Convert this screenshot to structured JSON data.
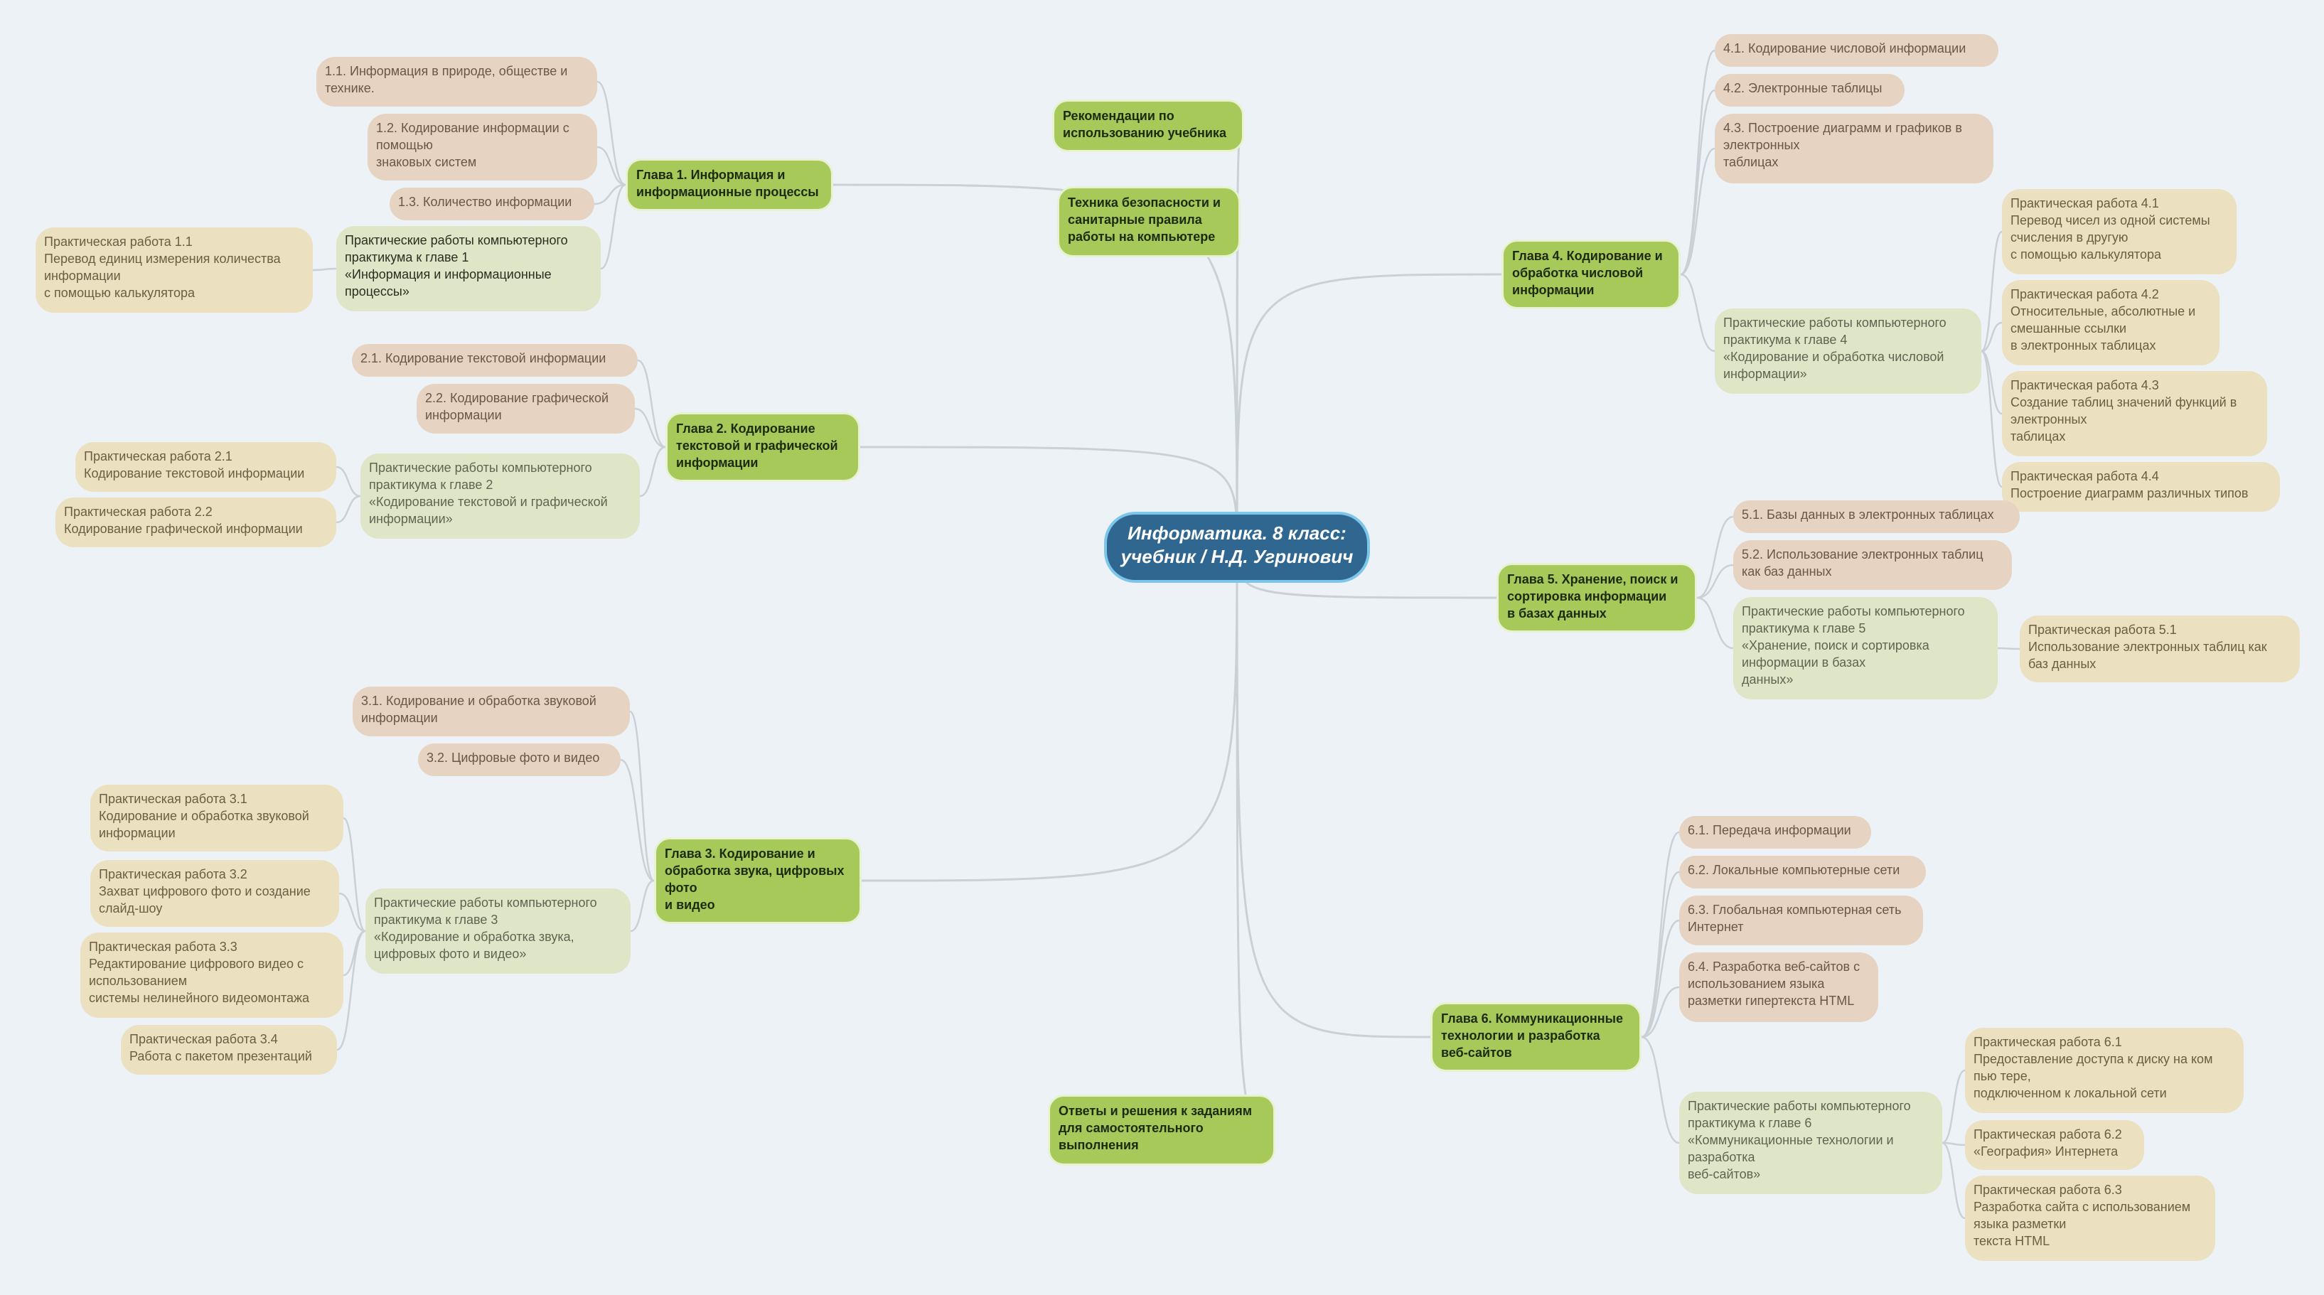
{
  "colors": {
    "background": "#edf2f6",
    "center": "#2f6790",
    "center_border": "#7cc6ea",
    "main": "#a6c95a",
    "topic": "#e7d3c2",
    "practicum": "#dfe6c8",
    "work": "#ebe0c0",
    "link": "#c9d1d6"
  },
  "center": "Информатика. 8 класс:\nучебник / Н.Д. Угринович",
  "rec": "Рекомендации по\nиспользованию учебника",
  "safety": "Техника безопасности и\nсанитарные правила\nработы на компьютере",
  "answers": "Ответы и решения к заданиям\nдля самостоятельного\nвыполнения",
  "ch1": {
    "title": "Глава 1. Информация и\nинформационные процессы",
    "t1": "1.1. Информация в природе, обществе и\nтехнике.",
    "t2": "1.2. Кодирование информации с\nпомощью\nзнаковых систем",
    "t3": "1.3. Количество информации",
    "prac": "Практические работы компьютерного\nпрактикума к главе 1\n«Информация и информационные\nпроцессы»",
    "w1": "Практическая работа 1.1\nПеревод единиц измерения количества\nинформации\nс помощью калькулятора"
  },
  "ch2": {
    "title": "Глава 2. Кодирование\nтекстовой и графической\nинформации",
    "t1": "2.1. Кодирование текстовой информации",
    "t2": "2.2. Кодирование графической\nинформации",
    "prac": "Практические работы компьютерного\nпрактикума к главе 2\n«Кодирование текстовой и графической\nинформации»",
    "w1": "Практическая работа 2.1\nКодирование текстовой информации",
    "w2": "Практическая работа 2.2\nКодирование графической информации"
  },
  "ch3": {
    "title": "Глава 3. Кодирование и\nобработка звука, цифровых\nфото\nи видео",
    "t1": "3.1. Кодирование и обработка звуковой\nинформации",
    "t2": "3.2. Цифровые фото и видео",
    "prac": "Практические работы компьютерного\nпрактикума к главе 3\n«Кодирование и обработка звука,\nцифровых фото и видео»",
    "w1": "Практическая работа 3.1\nКодирование и обработка звуковой\nинформации",
    "w2": "Практическая работа 3.2\nЗахват цифрового фото и создание\nслайд-шоу",
    "w3": "Практическая работа 3.3\nРедактирование цифрового видео с\nиспользованием\nсистемы нелинейного видеомонтажа",
    "w4": "Практическая работа 3.4\nРабота с пакетом презентаций"
  },
  "ch4": {
    "title": "Глава 4. Кодирование и\nобработка числовой\nинформации",
    "t1": "4.1. Кодирование числовой информации",
    "t2": "4.2. Электронные таблицы",
    "t3": "4.3. Построение диаграмм и графиков в\nэлектронных\nтаблицах",
    "prac": "Практические работы компьютерного\nпрактикума к главе 4\n«Кодирование и обработка числовой\nинформации»",
    "w1": "Практическая работа 4.1\nПеревод чисел из одной системы\nсчисления в другую\nс помощью калькулятора",
    "w2": "Практическая работа 4.2\nОтносительные, абсолютные и\nсмешанные ссылки\nв электронных таблицах",
    "w3": "Практическая работа 4.3\nСоздание таблиц значений функций в\nэлектронных\nтаблицах",
    "w4": "Практическая работа 4.4\nПостроение диаграмм различных типов"
  },
  "ch5": {
    "title": "Глава 5. Хранение, поиск и\nсортировка информации\nв базах данных",
    "t1": "5.1. Базы данных в электронных таблицах",
    "t2": "5.2. Использование электронных таблиц\nкак баз данных",
    "prac": "Практические работы компьютерного\nпрактикума к главе 5\n«Хранение, поиск и сортировка\nинформации в базах\nданных»",
    "w1": "Практическая работа 5.1\nИспользование электронных таблиц как\nбаз данных"
  },
  "ch6": {
    "title": "Глава 6. Коммуникационные\nтехнологии и разработка\nвеб-сайтов",
    "t1": "6.1. Передача информации",
    "t2": "6.2. Локальные компьютерные сети",
    "t3": "6.3. Глобальная компьютерная сеть\nИнтернет",
    "t4": "6.4. Разработка веб-сайтов с\nиспользованием языка\nразметки гипертекста HTML",
    "prac": "Практические работы компьютерного\nпрактикума к главе 6\n«Коммуникационные технологии и\nразработка\nвеб-сайтов»",
    "w1": "Практическая работа 6.1\nПредоставление доступа к диску на ком\nпью тере,\nподключенном к локальной сети",
    "w2": "Практическая работа 6.2\n«География» Интернета",
    "w3": "Практическая работа 6.3\nРазработка сайта с использованием\nязыка разметки\nтекста HTML"
  }
}
